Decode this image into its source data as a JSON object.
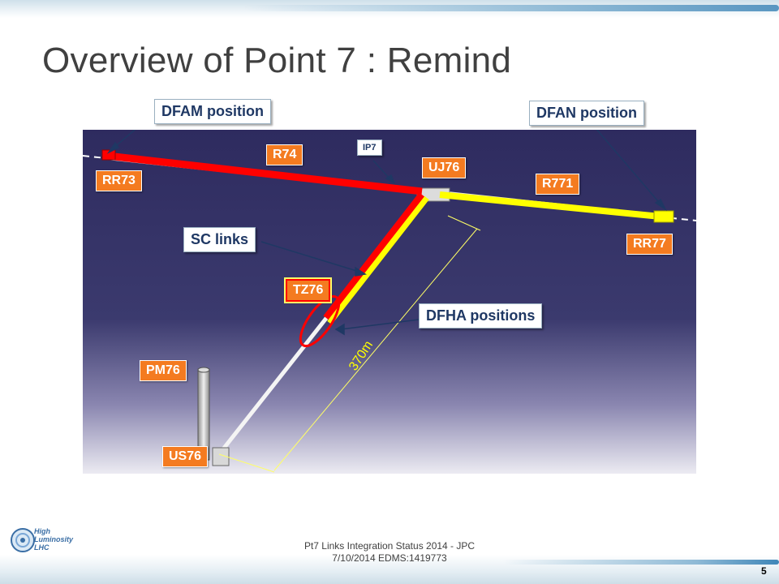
{
  "title": "Overview of Point 7 : Remind",
  "callouts": {
    "dfam": "DFAM position",
    "dfan": "DFAN position",
    "sc_links": "SC links",
    "dfha": "DFHA positions",
    "ip7": "IP7"
  },
  "labels": {
    "rr73": "RR73",
    "r74": "R74",
    "uj76": "UJ76",
    "r771": "R771",
    "rr77": "RR77",
    "tz76": "TZ76",
    "pm76": "PM76",
    "us76": "US76"
  },
  "dimension": "370m",
  "footer": {
    "line1": "Pt7 Links Integration Status 2014 - JPC",
    "line2": "7/10/2014  EDMS:1419773"
  },
  "page_number": "5",
  "logo": {
    "line1": "High",
    "line2": "Luminosity",
    "line3": "LHC"
  },
  "colors": {
    "background_top": "#2e2b5f",
    "background_bottom": "#e8e6ee",
    "tag": "#f47b20",
    "link_red": "#ff0000",
    "link_yellow": "#ffff00",
    "callout_text": "#1f3864"
  }
}
